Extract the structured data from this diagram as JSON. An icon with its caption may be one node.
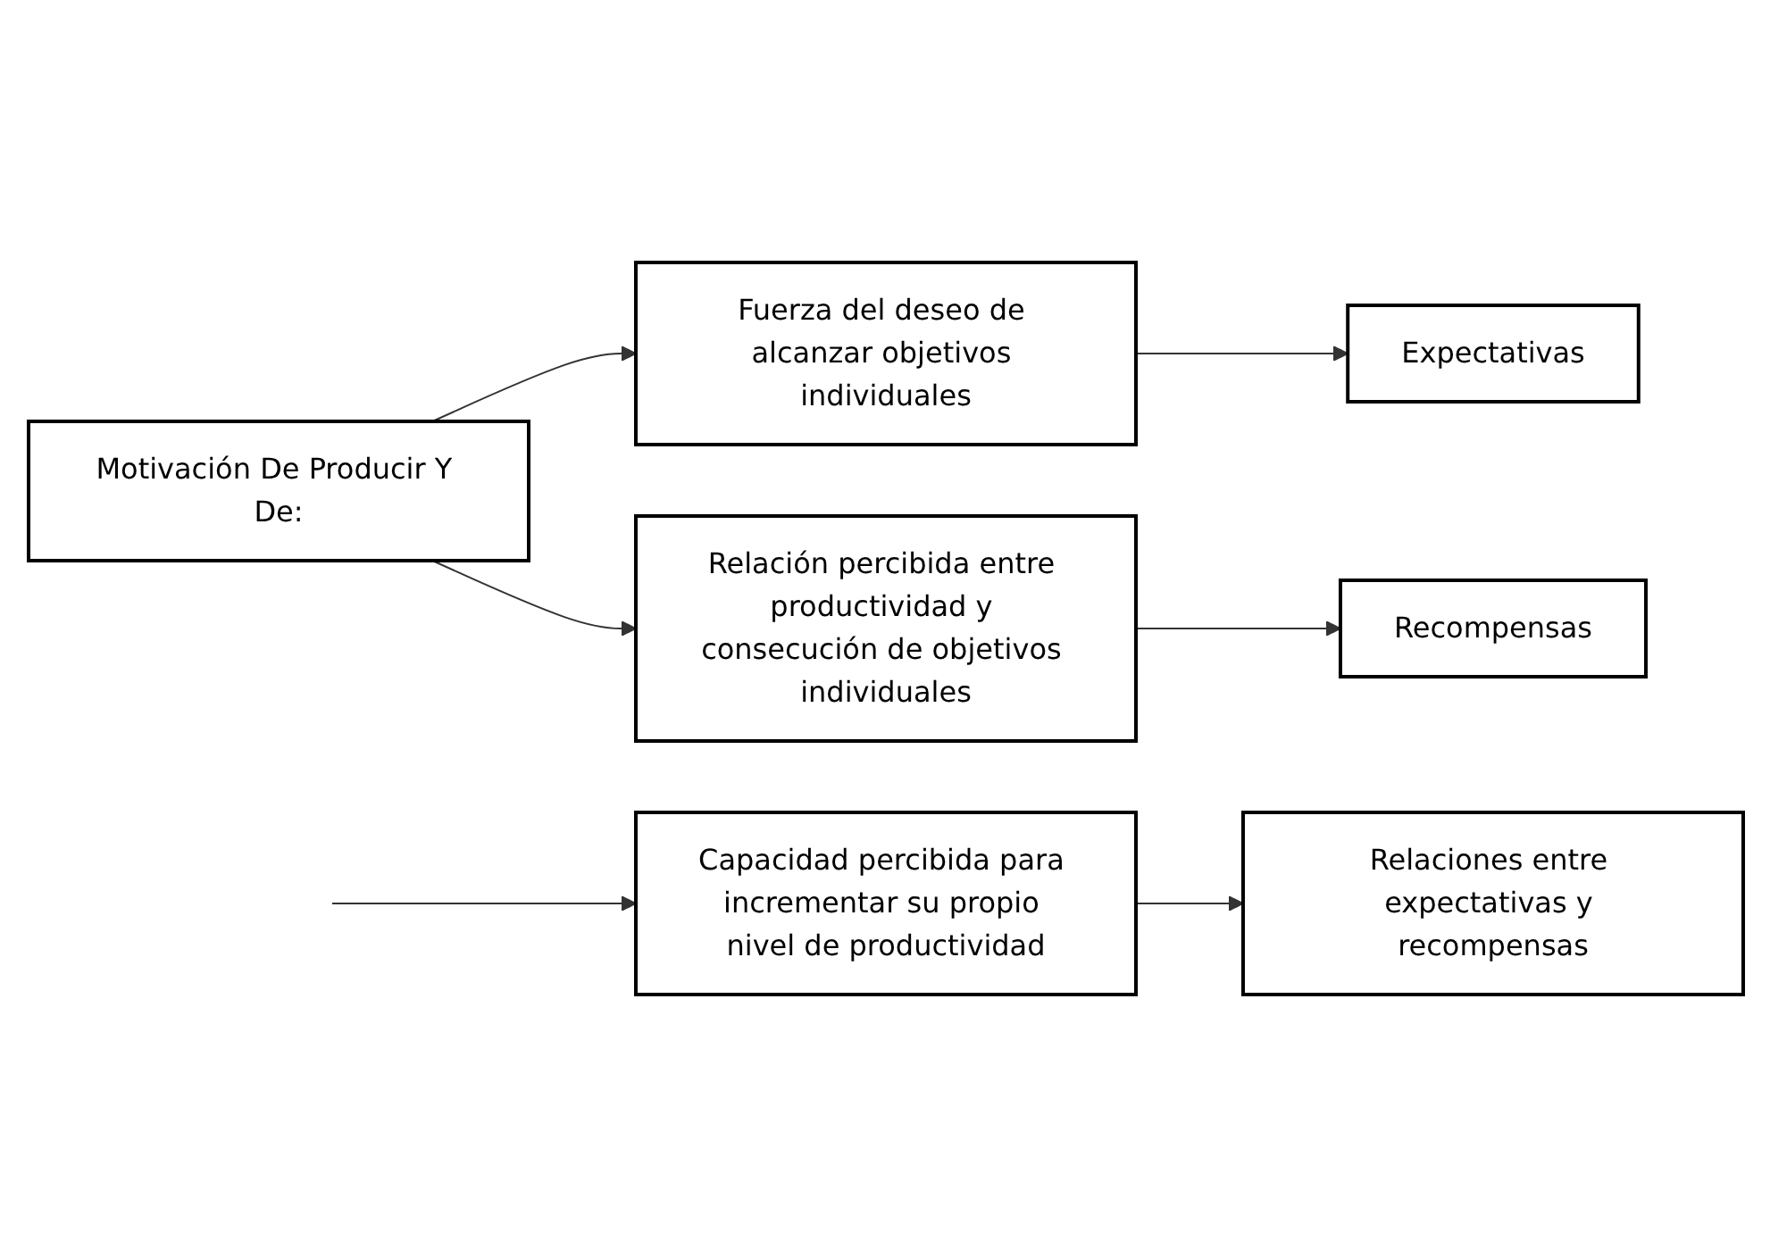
{
  "diagram": {
    "nodes": [
      {
        "text": [
          "Motivación De Producir Y De:"
        ]
      },
      {
        "text": [
          "Fuerza del deseo de alcanzar objetivos individuales"
        ]
      },
      {
        "text": [
          "Expectativas"
        ]
      },
      {
        "text": [
          "Relación percibida entre productividad y consecución de objetivos individuales"
        ]
      },
      {
        "text": [
          "Recompensas"
        ]
      },
      {
        "text": [
          "Capacidad percibida para incrementar su propio nivel de productividad"
        ]
      },
      {
        "text": [
          "Relaciones entre expectativas y recompensas"
        ]
      }
    ],
    "edges": [
      {
        "from": 0,
        "to": 1,
        "arrow": "to"
      },
      {
        "from": 1,
        "to": 2,
        "arrow": "to"
      },
      {
        "from": 0,
        "to": 3,
        "arrow": "to"
      },
      {
        "from": 3,
        "to": 4,
        "arrow": "to"
      },
      {
        "from": null,
        "to": 5,
        "arrow": "to"
      },
      {
        "from": 5,
        "to": 6,
        "arrow": "to"
      }
    ]
  }
}
